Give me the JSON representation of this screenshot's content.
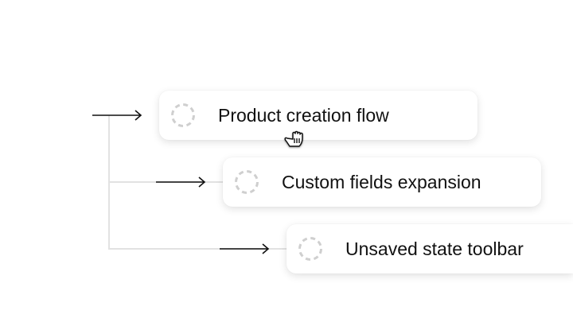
{
  "items": [
    {
      "label": "Product creation flow",
      "status_icon": "dashed-circle-icon"
    },
    {
      "label": "Custom fields expansion",
      "status_icon": "dashed-circle-icon"
    },
    {
      "label": "Unsaved state toolbar",
      "status_icon": "dashed-circle-icon"
    }
  ],
  "cursor": "grab-hand-icon",
  "colors": {
    "connector": "#e2e2e2",
    "arrow": "#111111",
    "dashed_circle": "#cfcfcf"
  }
}
